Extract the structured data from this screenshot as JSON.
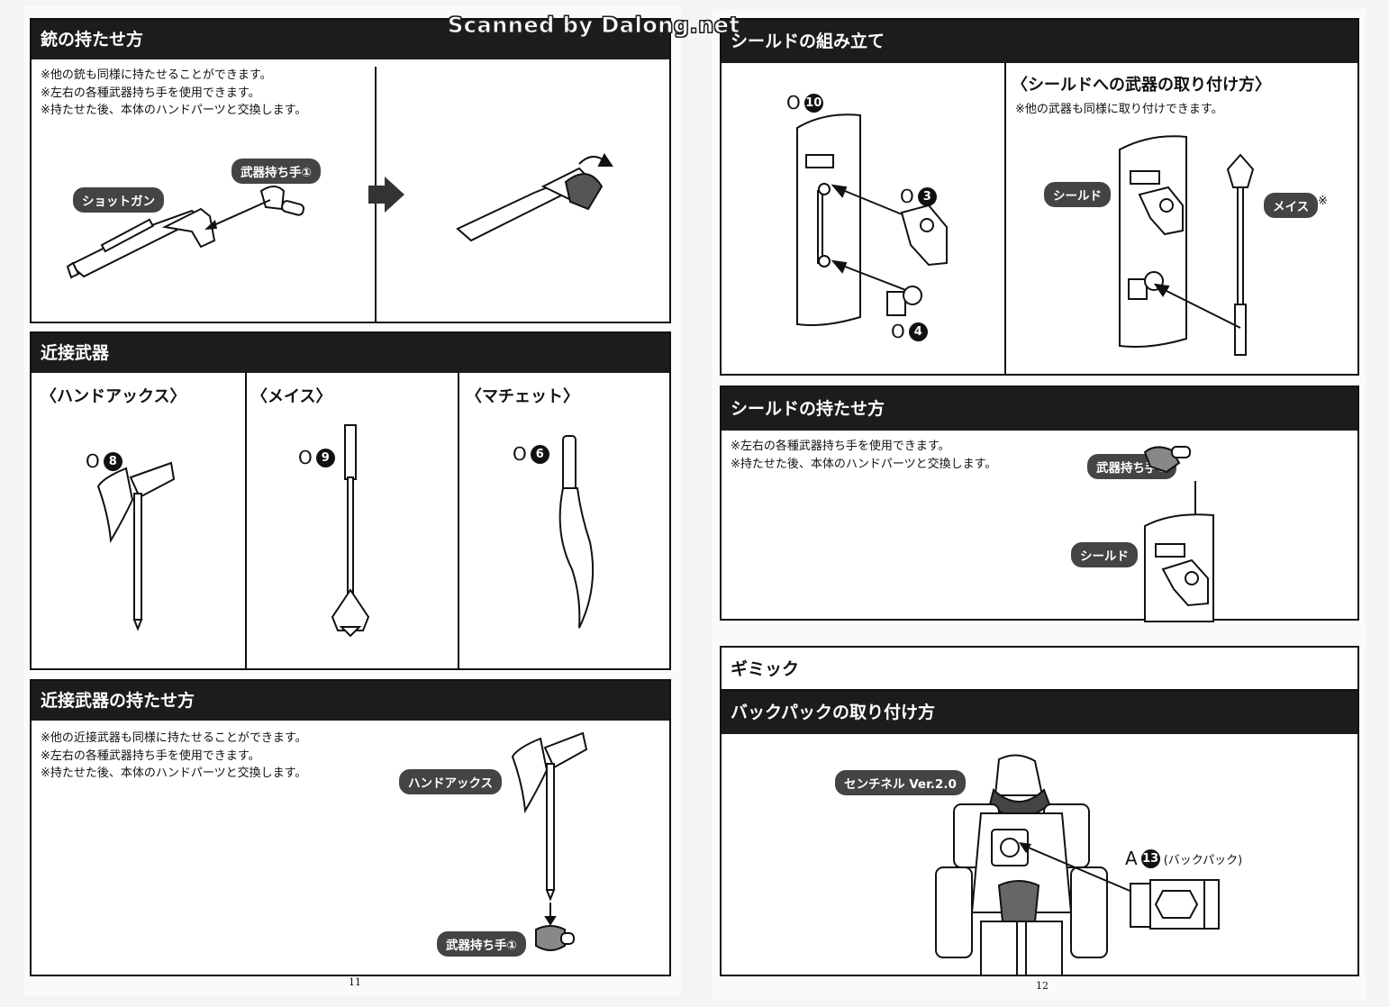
{
  "watermark": "Scanned by Dalong.net",
  "left_page": {
    "page_number": "11",
    "gun": {
      "title": "銃の持たせ方",
      "notes": [
        "※他の銃も同様に持たせることができます。",
        "※左右の各種武器持ち手を使用できます。",
        "※持たせた後、本体のハンドパーツと交換します。"
      ],
      "label_shotgun": "ショットガン",
      "label_hand": "武器持ち手①"
    },
    "melee": {
      "title": "近接武器",
      "hand_axe": {
        "heading": "〈ハンドアックス〉",
        "runner": "O",
        "part": "8"
      },
      "mace": {
        "heading": "〈メイス〉",
        "runner": "O",
        "part": "9"
      },
      "machete": {
        "heading": "〈マチェット〉",
        "runner": "O",
        "part": "6"
      }
    },
    "melee_hold": {
      "title": "近接武器の持たせ方",
      "notes": [
        "※他の近接武器も同様に持たせることができます。",
        "※左右の各種武器持ち手を使用できます。",
        "※持たせた後、本体のハンドパーツと交換します。"
      ],
      "label_axe": "ハンドアックス",
      "label_hand": "武器持ち手①"
    }
  },
  "right_page": {
    "page_number": "12",
    "shield_assembly": {
      "title": "シールドの組み立て",
      "part_shield": {
        "runner": "O",
        "part": "10"
      },
      "part_3": {
        "runner": "O",
        "part": "3"
      },
      "part_4": {
        "runner": "O",
        "part": "4"
      },
      "weapon_mount": {
        "heading": "〈シールドへの武器の取り付け方〉",
        "note": "※他の武器も同様に取り付けできます。",
        "label_shield": "シールド",
        "label_mace": "メイス",
        "mace_mark": "※"
      }
    },
    "shield_hold": {
      "title": "シールドの持たせ方",
      "notes": [
        "※左右の各種武器持ち手を使用できます。",
        "※持たせた後、本体のハンドパーツと交換します。"
      ],
      "label_hand": "武器持ち手①",
      "label_shield": "シールド"
    },
    "gimmick": {
      "title": "ギミック",
      "backpack_title": "バックパックの取り付け方",
      "label_sentinel": "センチネル Ver.2.0",
      "part_backpack": {
        "runner": "A",
        "part": "13",
        "name": "(バックパック)"
      }
    }
  }
}
